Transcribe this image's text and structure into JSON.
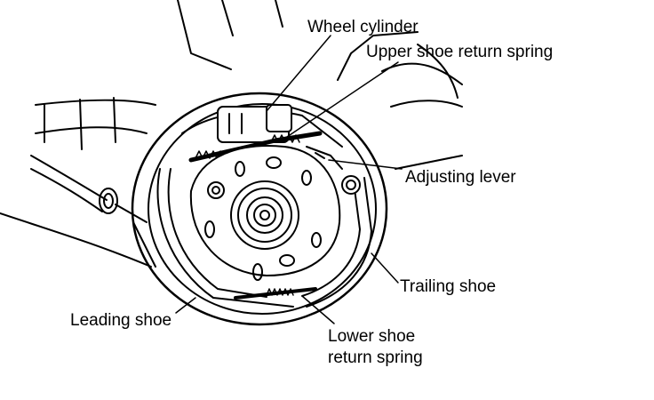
{
  "diagram": {
    "labels": {
      "wheel_cylinder": "Wheel cylinder",
      "upper_spring": "Upper shoe return spring",
      "adjusting_lever": "Adjusting lever",
      "trailing_shoe": "Trailing shoe",
      "leading_shoe": "Leading shoe",
      "lower_spring_line1": "Lower shoe",
      "lower_spring_line2": "return spring"
    }
  }
}
